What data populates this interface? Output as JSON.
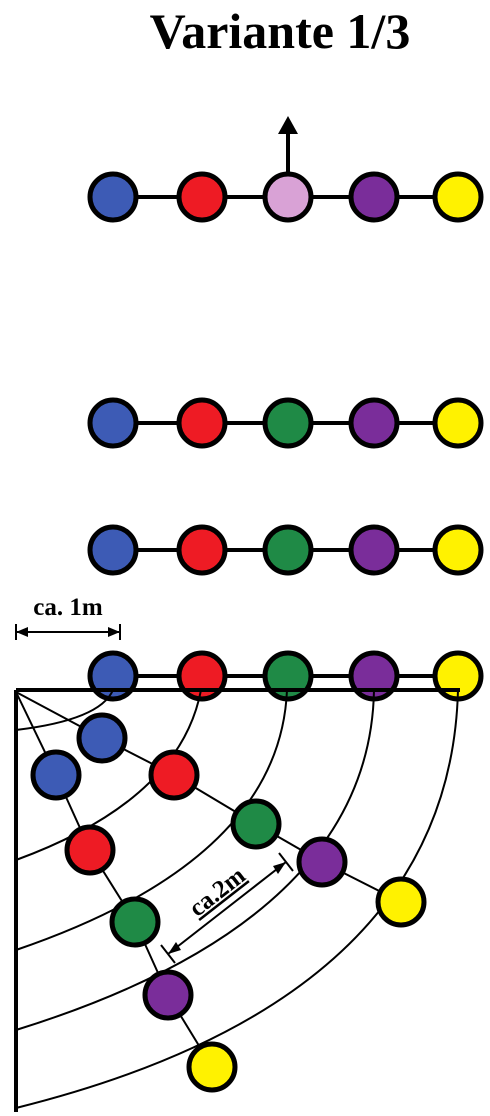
{
  "title": "Variante 1/3",
  "labels": {
    "one_meter": "ca. 1m",
    "two_meter": "ca.2m"
  },
  "colors": {
    "blue": "#3d5bb5",
    "red": "#ee1b24",
    "lilac": "#d9a2d6",
    "green": "#1f8a46",
    "purple": "#7a2d9a",
    "yellow": "#fff200",
    "outline": "#000000"
  },
  "rows": [
    {
      "id": "row-1",
      "dancers": [
        "blue",
        "red",
        "lilac",
        "purple",
        "yellow"
      ],
      "arrow": "up"
    },
    {
      "id": "row-2",
      "dancers": [
        "blue",
        "red",
        "green",
        "purple",
        "yellow"
      ]
    },
    {
      "id": "row-3",
      "dancers": [
        "blue",
        "red",
        "green",
        "purple",
        "yellow"
      ]
    },
    {
      "id": "row-4",
      "dancers": [
        "blue",
        "red",
        "green",
        "purple",
        "yellow"
      ]
    }
  ],
  "fan": {
    "dancers": [
      "blue",
      "blue",
      "red",
      "red",
      "green",
      "green",
      "purple",
      "purple",
      "yellow",
      "yellow"
    ]
  }
}
